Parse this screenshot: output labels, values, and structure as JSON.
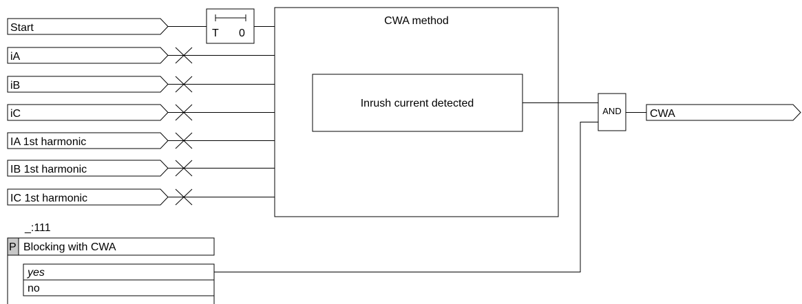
{
  "inputs": [
    "Start",
    "iA",
    "iB",
    "iC",
    "IA 1st harmonic",
    "IB 1st harmonic",
    "IC 1st harmonic"
  ],
  "timer": {
    "left_label": "T",
    "right_label": "0"
  },
  "method_block": {
    "title": "CWA method",
    "inner_label": "Inrush current detected"
  },
  "and_gate": {
    "label": "AND"
  },
  "output": {
    "label": "CWA"
  },
  "parameter": {
    "address": "_:111",
    "marker": "P",
    "title": "Blocking with CWA",
    "options": [
      "yes",
      "no"
    ],
    "selected": "yes"
  }
}
